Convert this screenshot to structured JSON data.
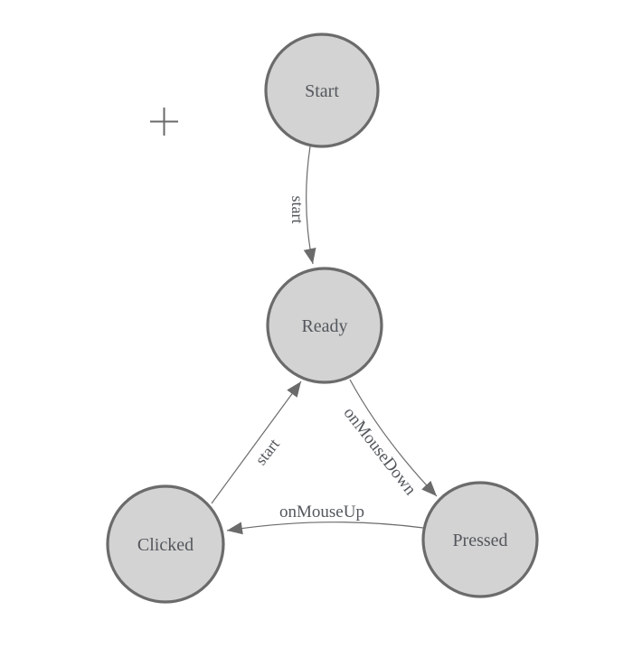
{
  "canvas": {
    "background": "#ffffff",
    "cursor_icon": "plus-crosshair"
  },
  "diagram": {
    "nodes": [
      {
        "id": "start",
        "label": "Start"
      },
      {
        "id": "ready",
        "label": "Ready"
      },
      {
        "id": "clicked",
        "label": "Clicked"
      },
      {
        "id": "pressed",
        "label": "Pressed"
      }
    ],
    "edges": [
      {
        "from": "start",
        "to": "ready",
        "label": "start"
      },
      {
        "from": "ready",
        "to": "pressed",
        "label": "onMouseDown"
      },
      {
        "from": "pressed",
        "to": "clicked",
        "label": "onMouseUp"
      },
      {
        "from": "clicked",
        "to": "ready",
        "label": "start"
      }
    ],
    "colors": {
      "node_fill": "#d3d3d3",
      "node_stroke": "#6b6b6b",
      "edge_stroke": "#6b6b6b",
      "arrowhead": "#6b6b6b",
      "label_text": "#53575c",
      "cursor": "#6a6a6a"
    }
  }
}
